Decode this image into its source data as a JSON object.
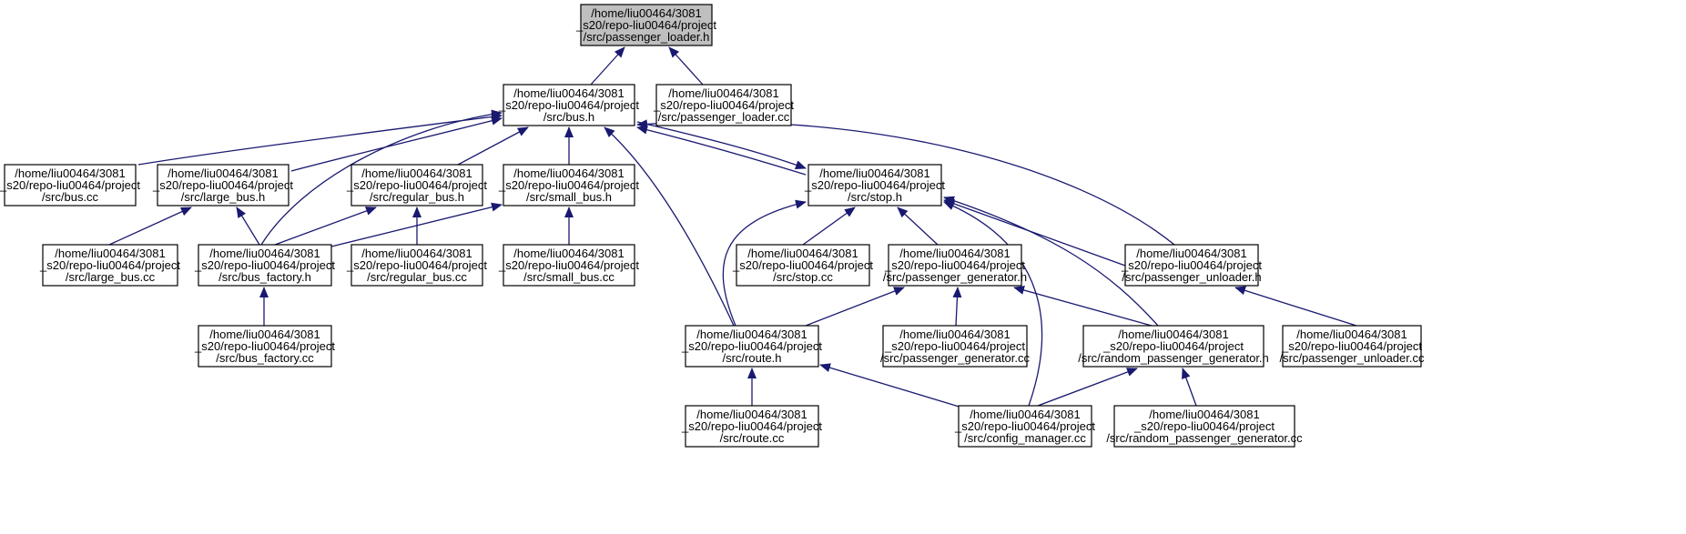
{
  "graph": {
    "title": "Include dependency graph",
    "colors": {
      "edge": "#191970",
      "node_border": "#000000",
      "root_fill": "#bfbfbf",
      "node_fill": "#ffffff"
    },
    "nodes": [
      {
        "id": "passenger_loader_h",
        "lines": [
          "/home/liu00464/3081",
          "_s20/repo-liu00464/project",
          "/src/passenger_loader.h"
        ],
        "root": true
      },
      {
        "id": "bus_h",
        "lines": [
          "/home/liu00464/3081",
          "_s20/repo-liu00464/project",
          "/src/bus.h"
        ]
      },
      {
        "id": "passenger_loader_cc",
        "lines": [
          "/home/liu00464/3081",
          "_s20/repo-liu00464/project",
          "/src/passenger_loader.cc"
        ]
      },
      {
        "id": "bus_cc",
        "lines": [
          "/home/liu00464/3081",
          "_s20/repo-liu00464/project",
          "/src/bus.cc"
        ]
      },
      {
        "id": "large_bus_h",
        "lines": [
          "/home/liu00464/3081",
          "_s20/repo-liu00464/project",
          "/src/large_bus.h"
        ]
      },
      {
        "id": "regular_bus_h",
        "lines": [
          "/home/liu00464/3081",
          "_s20/repo-liu00464/project",
          "/src/regular_bus.h"
        ]
      },
      {
        "id": "small_bus_h",
        "lines": [
          "/home/liu00464/3081",
          "_s20/repo-liu00464/project",
          "/src/small_bus.h"
        ]
      },
      {
        "id": "stop_h",
        "lines": [
          "/home/liu00464/3081",
          "_s20/repo-liu00464/project",
          "/src/stop.h"
        ]
      },
      {
        "id": "large_bus_cc",
        "lines": [
          "/home/liu00464/3081",
          "_s20/repo-liu00464/project",
          "/src/large_bus.cc"
        ]
      },
      {
        "id": "bus_factory_h",
        "lines": [
          "/home/liu00464/3081",
          "_s20/repo-liu00464/project",
          "/src/bus_factory.h"
        ]
      },
      {
        "id": "regular_bus_cc",
        "lines": [
          "/home/liu00464/3081",
          "_s20/repo-liu00464/project",
          "/src/regular_bus.cc"
        ]
      },
      {
        "id": "small_bus_cc",
        "lines": [
          "/home/liu00464/3081",
          "_s20/repo-liu00464/project",
          "/src/small_bus.cc"
        ]
      },
      {
        "id": "stop_cc",
        "lines": [
          "/home/liu00464/3081",
          "_s20/repo-liu00464/project",
          "/src/stop.cc"
        ]
      },
      {
        "id": "passenger_generator_h",
        "lines": [
          "/home/liu00464/3081",
          "_s20/repo-liu00464/project",
          "/src/passenger_generator.h"
        ]
      },
      {
        "id": "passenger_unloader_h",
        "lines": [
          "/home/liu00464/3081",
          "_s20/repo-liu00464/project",
          "/src/passenger_unloader.h"
        ]
      },
      {
        "id": "bus_factory_cc",
        "lines": [
          "/home/liu00464/3081",
          "_s20/repo-liu00464/project",
          "/src/bus_factory.cc"
        ]
      },
      {
        "id": "route_h",
        "lines": [
          "/home/liu00464/3081",
          "_s20/repo-liu00464/project",
          "/src/route.h"
        ]
      },
      {
        "id": "passenger_generator_cc",
        "lines": [
          "/home/liu00464/3081",
          "_s20/repo-liu00464/project",
          "/src/passenger_generator.cc"
        ]
      },
      {
        "id": "random_passenger_generator_h",
        "lines": [
          "/home/liu00464/3081",
          "_s20/repo-liu00464/project",
          "/src/random_passenger_generator.h"
        ]
      },
      {
        "id": "passenger_unloader_cc",
        "lines": [
          "/home/liu00464/3081",
          "_s20/repo-liu00464/project",
          "/src/passenger_unloader.cc"
        ]
      },
      {
        "id": "route_cc",
        "lines": [
          "/home/liu00464/3081",
          "_s20/repo-liu00464/project",
          "/src/route.cc"
        ]
      },
      {
        "id": "config_manager_cc",
        "lines": [
          "/home/liu00464/3081",
          "_s20/repo-liu00464/project",
          "/src/config_manager.cc"
        ]
      },
      {
        "id": "random_passenger_generator_cc",
        "lines": [
          "/home/liu00464/3081",
          "_s20/repo-liu00464/project",
          "/src/random_passenger_generator.cc"
        ]
      }
    ],
    "edges": [
      {
        "from": "bus_h",
        "to": "passenger_loader_h"
      },
      {
        "from": "passenger_loader_cc",
        "to": "passenger_loader_h"
      },
      {
        "from": "bus_cc",
        "to": "bus_h"
      },
      {
        "from": "large_bus_h",
        "to": "bus_h"
      },
      {
        "from": "regular_bus_h",
        "to": "bus_h"
      },
      {
        "from": "small_bus_h",
        "to": "bus_h"
      },
      {
        "from": "stop_h",
        "to": "bus_h"
      },
      {
        "from": "bus_h",
        "to": "stop_h"
      },
      {
        "from": "bus_factory_h",
        "to": "bus_h"
      },
      {
        "from": "route_h",
        "to": "bus_h"
      },
      {
        "from": "passenger_unloader_h",
        "to": "bus_h"
      },
      {
        "from": "large_bus_cc",
        "to": "large_bus_h"
      },
      {
        "from": "bus_factory_h",
        "to": "large_bus_h"
      },
      {
        "from": "bus_factory_h",
        "to": "regular_bus_h"
      },
      {
        "from": "regular_bus_cc",
        "to": "regular_bus_h"
      },
      {
        "from": "bus_factory_h",
        "to": "small_bus_h"
      },
      {
        "from": "small_bus_cc",
        "to": "small_bus_h"
      },
      {
        "from": "bus_factory_cc",
        "to": "bus_factory_h"
      },
      {
        "from": "stop_cc",
        "to": "stop_h"
      },
      {
        "from": "passenger_generator_h",
        "to": "stop_h"
      },
      {
        "from": "route_h",
        "to": "stop_h"
      },
      {
        "from": "passenger_unloader_h",
        "to": "stop_h"
      },
      {
        "from": "random_passenger_generator_h",
        "to": "stop_h"
      },
      {
        "from": "config_manager_cc",
        "to": "stop_h"
      },
      {
        "from": "passenger_unloader_cc",
        "to": "passenger_unloader_h"
      },
      {
        "from": "route_h",
        "to": "passenger_generator_h"
      },
      {
        "from": "passenger_generator_cc",
        "to": "passenger_generator_h"
      },
      {
        "from": "random_passenger_generator_h",
        "to": "passenger_generator_h"
      },
      {
        "from": "route_cc",
        "to": "route_h"
      },
      {
        "from": "config_manager_cc",
        "to": "route_h"
      },
      {
        "from": "config_manager_cc",
        "to": "random_passenger_generator_h"
      },
      {
        "from": "random_passenger_generator_cc",
        "to": "random_passenger_generator_h"
      }
    ]
  }
}
